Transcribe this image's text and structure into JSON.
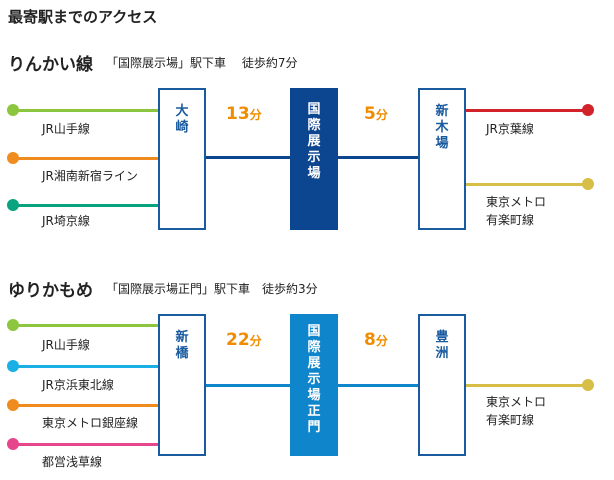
{
  "title": "最寄駅までのアクセス",
  "colors": {
    "rinkai": "#0c4690",
    "yurikamome": "#0f86cc",
    "station_border": "#1a5a9e",
    "minutes": "#f08c00"
  },
  "sections": {
    "rinkai": {
      "line_name": "りんかい線",
      "sub": "「国際展示場」駅下車　 徒歩約7分",
      "left_lines": [
        {
          "label": "JR山手線",
          "color": "#8cc63e"
        },
        {
          "label": "JR湘南新宿ライン",
          "color": "#f08c1e"
        },
        {
          "label": "JR埼京線",
          "color": "#0aa37f"
        }
      ],
      "station_1": {
        "name": "大崎",
        "chars": [
          "大",
          "崎"
        ]
      },
      "minutes_1": "13",
      "destination": {
        "name": "国際展示場",
        "chars": [
          "国",
          "際",
          "展",
          "示",
          "場"
        ]
      },
      "minutes_2": "5",
      "station_2": {
        "name": "新木場",
        "chars": [
          "新",
          "木",
          "場"
        ]
      },
      "right_lines": [
        {
          "label": "JR京葉線",
          "color": "#d2232a"
        },
        {
          "label": "東京メトロ\n有楽町線",
          "label_lines": [
            "東京メトロ",
            "有楽町線"
          ],
          "color": "#d7be46"
        }
      ]
    },
    "yurikamome": {
      "line_name": "ゆりかもめ",
      "sub": "「国際展示場正門」駅下車　徒歩約3分",
      "left_lines": [
        {
          "label": "JR山手線",
          "color": "#8cc63e"
        },
        {
          "label": "JR京浜東北線",
          "color": "#1ab0e6"
        },
        {
          "label": "東京メトロ銀座線",
          "color": "#f08c1e"
        },
        {
          "label": "都営浅草線",
          "color": "#e6468c"
        }
      ],
      "station_1": {
        "name": "新橋",
        "chars": [
          "新",
          "橋"
        ]
      },
      "minutes_1": "22",
      "destination": {
        "name": "国際展示場正門",
        "chars": [
          "国",
          "際",
          "展",
          "示",
          "場",
          "正",
          "門"
        ]
      },
      "minutes_2": "8",
      "station_2": {
        "name": "豊洲",
        "chars": [
          "豊",
          "洲"
        ]
      },
      "right_lines": [
        {
          "label": "東京メトロ\n有楽町線",
          "label_lines": [
            "東京メトロ",
            "有楽町線"
          ],
          "color": "#d7be46"
        }
      ]
    }
  },
  "unit": "分"
}
